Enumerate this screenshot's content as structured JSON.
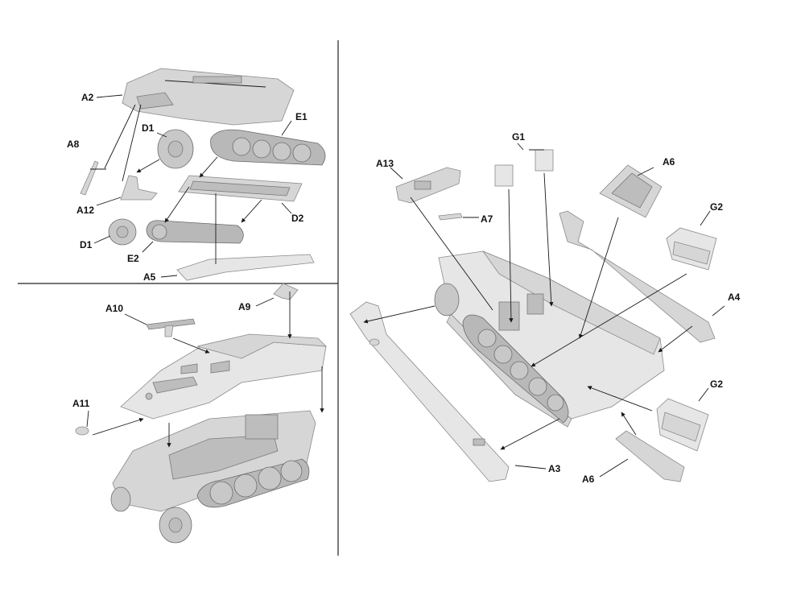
{
  "labels": {
    "a2": "A2",
    "e1": "E1",
    "d1_top": "D1",
    "a8": "A8",
    "a12": "A12",
    "d2": "D2",
    "d1_bottom": "D1",
    "e2": "E2",
    "a5": "A5",
    "a10": "A10",
    "a9": "A9",
    "a11": "A11",
    "g1": "G1",
    "a13": "A13",
    "a6_top": "A6",
    "g2_top": "G2",
    "a7": "A7",
    "a4": "A4",
    "g2_bottom": "G2",
    "a3": "A3",
    "a6_bottom": "A6"
  }
}
